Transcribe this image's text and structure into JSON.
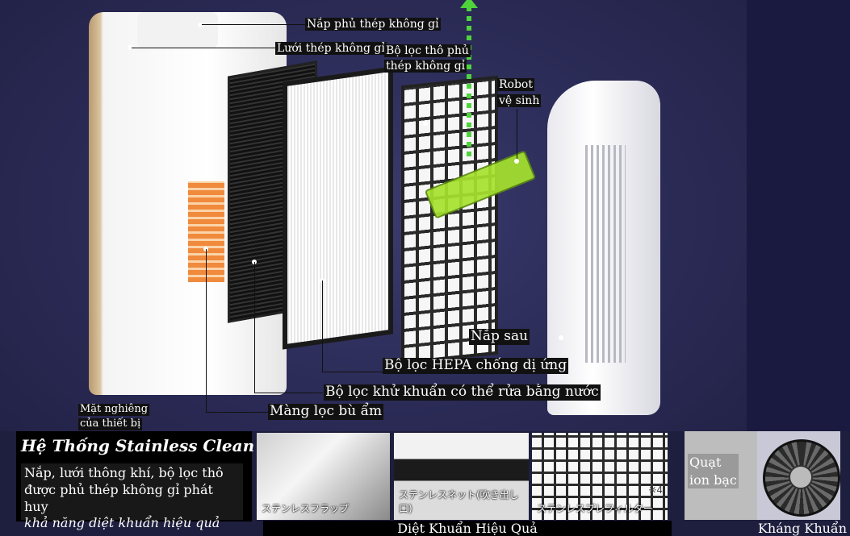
{
  "labels": {
    "cover_stainless": "Nắp phủ thép không gỉ",
    "mesh_stainless": "Lưới thép không gỉ",
    "prefilter_stainless_1": "Bộ lọc thô phủ",
    "prefilter_stainless_2": "thép không gỉ",
    "robot_1": "Robot",
    "robot_2": "vệ sinh",
    "back_cover": "Nắp sau",
    "hepa": "Bộ lọc HEPA chống dị ứng",
    "washable_filter": "Bộ lọc khử khuẩn có thể rửa bằng nước",
    "humid_filter": "Màng lọc bù ẩm",
    "side_1": "Mặt nghiêng",
    "side_2": "của thiết bị"
  },
  "system": {
    "title": "Hệ Thống Stainless Clean",
    "desc_1": " Nắp, lưới thông khí, bộ lọc thô",
    "desc_2": "được phủ thép không gỉ phát huy",
    "desc_3": "khả năng diệt khuẩn hiệu quả"
  },
  "panels": [
    {
      "jp": "ステンレスフラップ"
    },
    {
      "jp": "ステンレスネット(吹き出し口)"
    },
    {
      "jp": "ステンレスプレフィルター",
      "note": "※4"
    }
  ],
  "band": "Diệt Khuẩn Hiệu Quả",
  "fan": {
    "line1": "Quạt",
    "line2": "ion bạc",
    "caption": "Kháng Khuẩn"
  }
}
